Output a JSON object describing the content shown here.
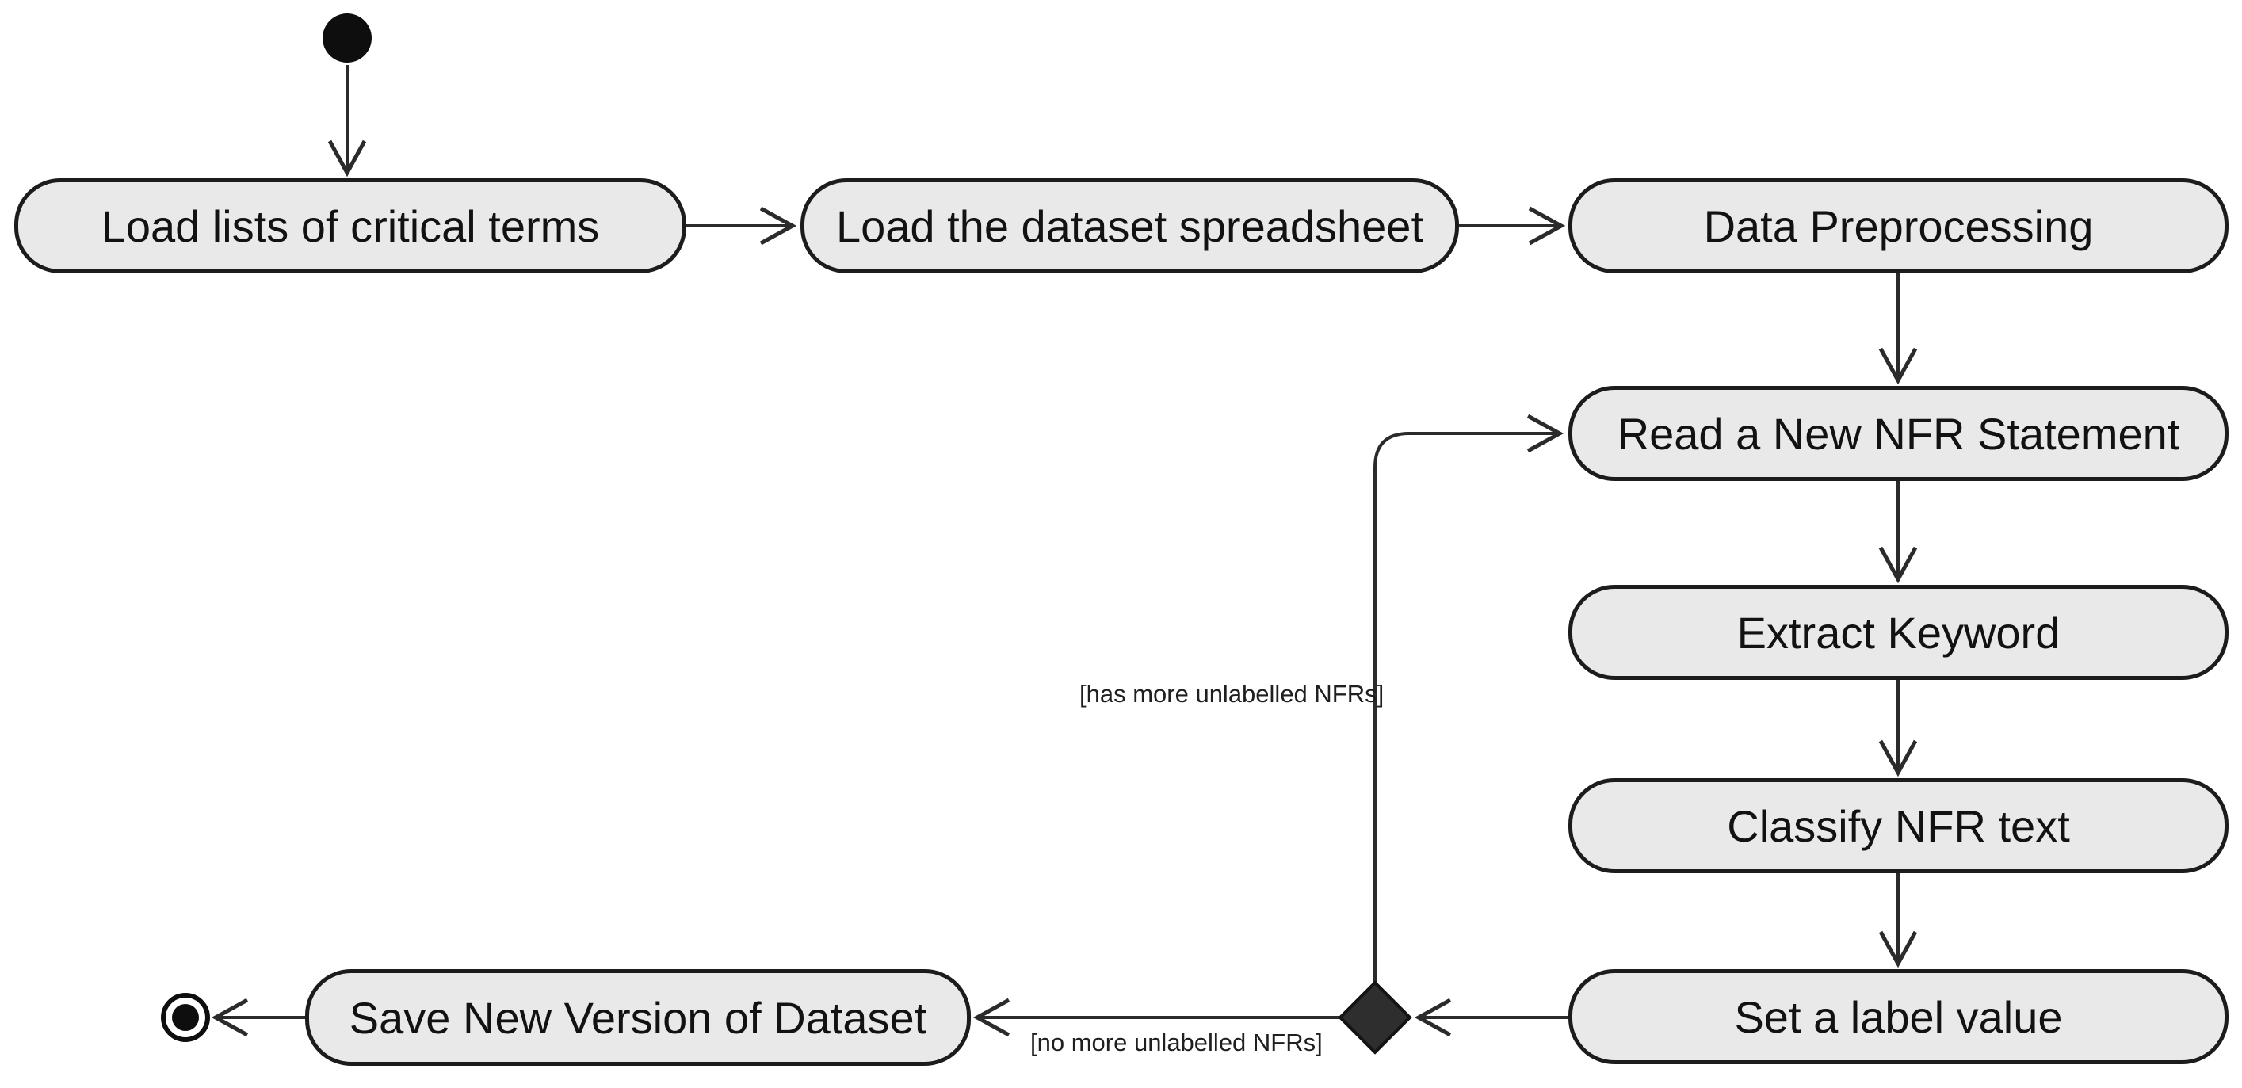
{
  "colors": {
    "background": "#ffffff",
    "activity_fill": "#e9e9e9",
    "activity_border": "#1c1c1c",
    "edge_stroke": "#2b2b2b",
    "decision_fill": "#2e2e2e",
    "text": "#121212"
  },
  "diagram": {
    "kind": "uml-activity-diagram",
    "activities": [
      {
        "id": "load-terms",
        "label": "Load lists of critical terms"
      },
      {
        "id": "load-dataset",
        "label": "Load the dataset spreadsheet"
      },
      {
        "id": "data-preprocessing",
        "label": "Data Preprocessing"
      },
      {
        "id": "read-nfr",
        "label": "Read a New NFR Statement"
      },
      {
        "id": "extract-keyword",
        "label": "Extract Keyword"
      },
      {
        "id": "classify-nfr",
        "label": "Classify NFR text"
      },
      {
        "id": "set-label",
        "label": "Set a label value"
      },
      {
        "id": "save-dataset",
        "label": "Save New Version of Dataset"
      }
    ],
    "control_nodes": [
      {
        "id": "start",
        "type": "initial"
      },
      {
        "id": "decision",
        "type": "decision"
      },
      {
        "id": "end",
        "type": "final"
      }
    ],
    "edges": [
      {
        "from": "start",
        "to": "load-terms",
        "label": ""
      },
      {
        "from": "load-terms",
        "to": "load-dataset",
        "label": ""
      },
      {
        "from": "load-dataset",
        "to": "data-preprocessing",
        "label": ""
      },
      {
        "from": "data-preprocessing",
        "to": "read-nfr",
        "label": ""
      },
      {
        "from": "read-nfr",
        "to": "extract-keyword",
        "label": ""
      },
      {
        "from": "extract-keyword",
        "to": "classify-nfr",
        "label": ""
      },
      {
        "from": "classify-nfr",
        "to": "set-label",
        "label": ""
      },
      {
        "from": "set-label",
        "to": "decision",
        "label": ""
      },
      {
        "from": "decision",
        "to": "read-nfr",
        "label": "[has more unlabelled NFRs]"
      },
      {
        "from": "decision",
        "to": "save-dataset",
        "label": "[no more unlabelled NFRs]"
      },
      {
        "from": "save-dataset",
        "to": "end",
        "label": ""
      }
    ]
  }
}
